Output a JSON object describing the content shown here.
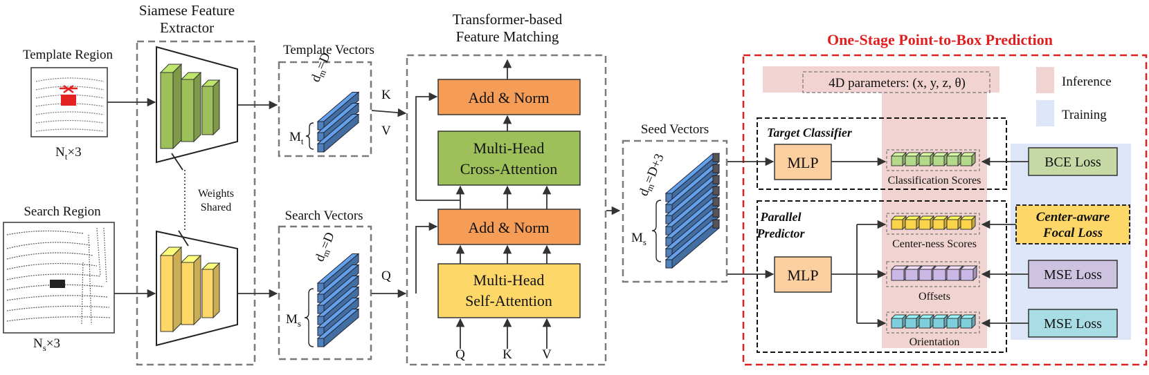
{
  "title": "One-Stage Point-to-Box Prediction",
  "extractor": {
    "title_l1": "Siamese Feature",
    "title_l2": "Extractor",
    "weights_l1": "Weights",
    "weights_l2": "Shared"
  },
  "template": {
    "label": "Template Region",
    "size_main": "N",
    "size_sub": "t",
    "size_tail": "×3"
  },
  "search": {
    "label": "Search Region",
    "size_main": "N",
    "size_sub": "s",
    "size_tail": "×3"
  },
  "template_vectors": {
    "label": "Template Vectors",
    "dm": "d",
    "dm_sub": "m",
    "dm_tail": "=D",
    "m_main": "M",
    "m_sub": "t"
  },
  "search_vectors": {
    "label": "Search Vectors",
    "dm": "d",
    "dm_sub": "m",
    "dm_tail": "=D",
    "m_main": "M",
    "m_sub": "s"
  },
  "transformer": {
    "title_l1": "Transformer-based",
    "title_l2": "Feature Matching",
    "add_norm_top": "Add & Norm",
    "cross_l1": "Multi-Head",
    "cross_l2": "Cross-Attention",
    "add_norm_bottom": "Add & Norm",
    "self_l1": "Multi-Head",
    "self_l2": "Self-Attention",
    "in_k": "K",
    "in_v": "V",
    "in_q": "Q",
    "bottom_q": "Q",
    "bottom_k": "K",
    "bottom_v": "V"
  },
  "seed_vectors": {
    "label": "Seed Vectors",
    "dm": "d",
    "dm_sub": "m",
    "dm_tail": "=D+3",
    "m_main": "M",
    "m_sub": "s"
  },
  "prediction": {
    "params": "4D parameters: (x, y, z, θ)",
    "legend_inference": "Inference",
    "legend_training": "Training",
    "target_classifier": "Target Classifier",
    "parallel_l1": "Parallel",
    "parallel_l2": "Predictor",
    "mlp_top": "MLP",
    "mlp_bottom": "MLP",
    "classification": "Classification Scores",
    "centerness": "Center-ness Scores",
    "offsets": "Offsets",
    "orientation": "Orientation",
    "bce_loss": "BCE Loss",
    "focal_l1": "Center-aware",
    "focal_l2": "Focal Loss",
    "mse_loss_1": "MSE Loss",
    "mse_loss_2": "MSE Loss"
  },
  "colors": {
    "green": "#9ec05b",
    "orange": "#f59d56",
    "yellow": "#fdd869",
    "blue": "#4f81bd",
    "peach": "#fbcf9f",
    "inference_bg": "#f1d4d2",
    "training_bg": "#dde5f8",
    "red": "#e02020"
  }
}
